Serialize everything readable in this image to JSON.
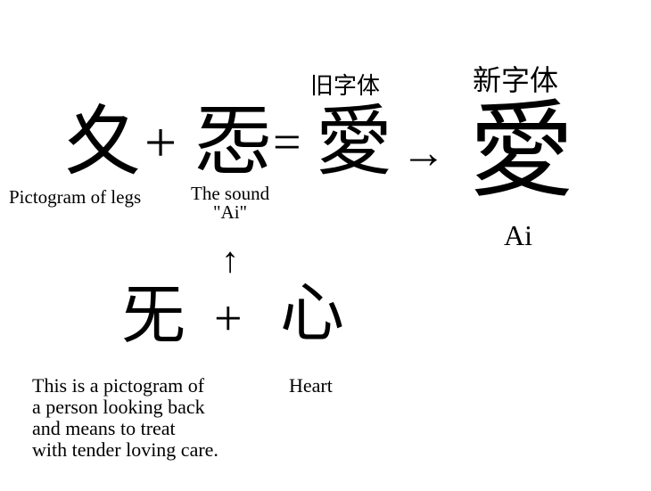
{
  "top": {
    "legs_char": "夊",
    "plus": "+",
    "sound_char": "㤅",
    "equals": "=",
    "old_char": "愛",
    "arrow": "→",
    "new_char": "愛",
    "old_label": "旧字体",
    "new_label": "新字体",
    "legs_caption": "Pictogram of legs",
    "sound_caption": "The sound\n\"Ai\"",
    "reading": "Ai"
  },
  "bottom": {
    "up_arrow": "↑",
    "person_char": "旡",
    "plus": "+",
    "heart_char": "心",
    "person_caption": "This is a pictogram of\na person looking back\nand means to treat\nwith tender loving care.",
    "heart_caption": "Heart"
  }
}
